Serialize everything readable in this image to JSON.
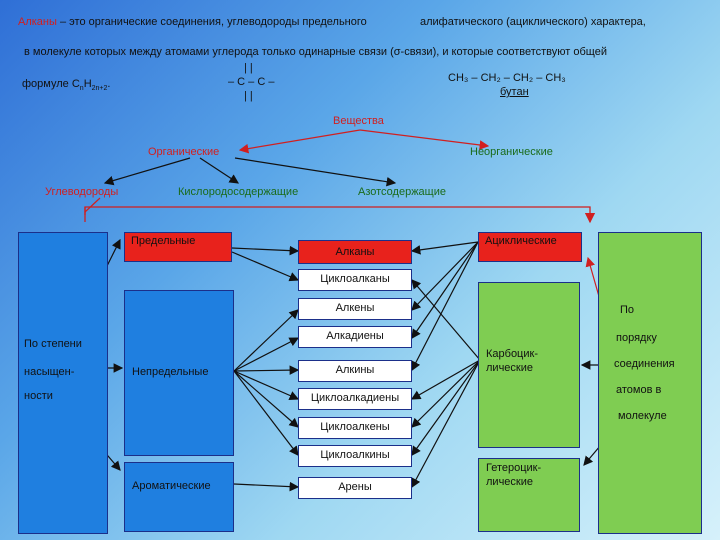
{
  "intro": {
    "part1": "Алканы",
    "part1_rest": " – это органические соединения, углеводороды предельного",
    "part1_tail": "алифатического (ациклического) характера,",
    "line2": "в молекуле которых между атомами углерода только одинарные связи (σ-связи), и которые соответствуют общей",
    "formula_prefix": "формуле С",
    "formula_n": "n",
    "formula_h": "H",
    "formula_2n2": "2n+2",
    "formula_dot": ".",
    "struct_top": "|     |",
    "struct_mid": "– C – C –",
    "struct_bot": "|     |",
    "butane_formula": "CH₃ – CH₂ – CH₂ – CH₃",
    "butane_name": "бутан"
  },
  "tree": {
    "root": "Вещества",
    "organic": "Органические",
    "inorganic": "Неорганические",
    "hydrocarbons": "Углеводороды",
    "oxygen": "Кислородосодержащие",
    "nitrogen": "Азотсодержащие"
  },
  "left_column": {
    "line1": "По степени",
    "line2": "насыщен-",
    "line3": "ности"
  },
  "middle_labels": {
    "saturated": "Предельные",
    "unsaturated": "Непредельные",
    "aromatic": "Ароматические"
  },
  "classes": [
    "Алканы",
    "Циклоалканы",
    "Алкены",
    "Алкадиены",
    "Алкины",
    "Циклоалкадиены",
    "Циклоалкены",
    "Циклоалкины",
    "Арены"
  ],
  "right_labels": {
    "acyclic": "Ациклические",
    "carbocyclic": "Карбоцик-\nлические",
    "carbocyclic_l1": "Карбоцик-",
    "carbocyclic_l2": "лические",
    "heterocyclic_l1": "Гетероцик-",
    "heterocyclic_l2": "лические"
  },
  "right_column": [
    "По",
    "порядку",
    "соединения",
    "атомов в",
    "молекуле"
  ],
  "colors": {
    "accent_red": "#d11f1f",
    "box_blue": "#1f7fe0",
    "box_green": "#7fcd52",
    "box_border": "#1b2f8a",
    "text_green": "#1a6b1a"
  }
}
